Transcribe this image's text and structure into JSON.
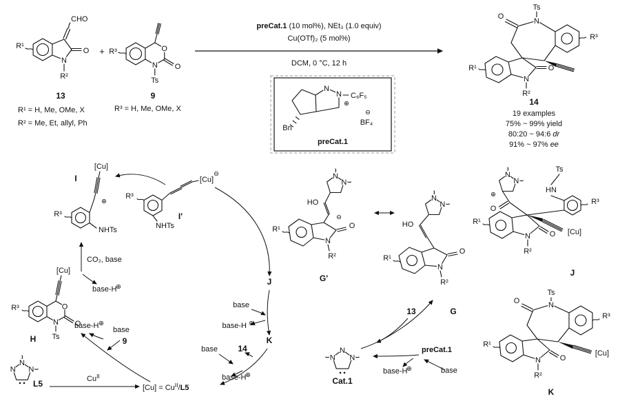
{
  "atoms": {
    "O": "O",
    "N": "N",
    "Ts": "Ts",
    "HO": "HO",
    "HN": "HN",
    "NHTs": "NHTs",
    "Bn": "Bn",
    "CHO": "CHO",
    "Cu": "[Cu]",
    "R1": "R¹",
    "R2": "R²",
    "R3": "R³",
    "plus_charge": "⊕",
    "minus_charge": "⊖",
    "C6F5": "C₆F₅",
    "BF4": "BF₄"
  },
  "scheme": {
    "plus": "+",
    "cpd13": {
      "num": "13",
      "r1_def": "R¹ = H, Me, OMe, X",
      "r2_def": "R² = Me, Et, allyl, Ph"
    },
    "cpd9": {
      "num": "9",
      "r3_def": "R³ = H, Me, OMe, X"
    },
    "conditions": {
      "l1_bold": "preCat.1",
      "l1_rest": " (10 mol%), NEt₃ (1.0 equiv)",
      "l2": "Cu(OTf)₂ (5 mol%)",
      "l3": "DCM, 0 °C, 12 h"
    },
    "precat_name": "preCat.1",
    "cpd14": {
      "num": "14",
      "examples": "19 examples",
      "yield_range": "75% ~ 99% yield",
      "dr_range": "80:20 ~ 94:6 ",
      "dr_label": "dr",
      "ee_range": "91% ~ 97% ",
      "ee_label": "ee"
    }
  },
  "mech": {
    "labels": {
      "I": "I",
      "Iprime": "I'",
      "H": "H",
      "J": "J",
      "K": "K",
      "G": "G",
      "Gprime": "G'",
      "L5": "L5",
      "Cat1": "Cat.1",
      "preCat1": "preCat.1",
      "n13": "13",
      "n14": "14",
      "n9": "9"
    },
    "text": {
      "co2_base": "CO₂, base",
      "base": "base",
      "baseH": "base-H",
      "cu": "Cu",
      "cu_sup": "II",
      "eq_a": "[Cu] = Cu",
      "eq_sup": "II",
      "eq_slash": "/",
      "eq_L5": "L5"
    }
  }
}
